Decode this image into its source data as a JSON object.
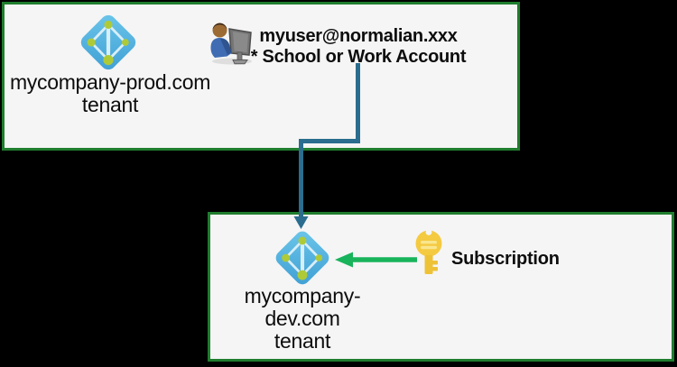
{
  "prod_tenant": {
    "label_line1": "mycompany-prod.com",
    "label_line2": "tenant",
    "icon": "azure-ad-icon"
  },
  "user": {
    "account": "myuser@normalian.xxx",
    "account_type": "* School or Work Account",
    "icon": "user-at-computer-icon"
  },
  "dev_tenant": {
    "label_line1": "mycompany-dev.com",
    "label_line2": "tenant",
    "icon": "azure-ad-icon"
  },
  "subscription": {
    "label": "Subscription",
    "icon": "key-icon"
  },
  "connectors": [
    {
      "name": "user-to-dev-tenant",
      "type": "elbow-arrow",
      "color": "#2a6d8e"
    },
    {
      "name": "subscription-to-dev-tenant",
      "type": "straight-arrow",
      "color": "#18b35b"
    }
  ],
  "colors": {
    "background": "#000000",
    "box_fill": "#f5f5f5",
    "box_border_green": "#1f7d2e",
    "connector_teal": "#2a6d8e",
    "arrow_green": "#18b35b",
    "key_gold": "#f4ca41",
    "azure_blue": "#54b3e0",
    "node_green": "#aeca37",
    "text": "#0d0d0d"
  }
}
